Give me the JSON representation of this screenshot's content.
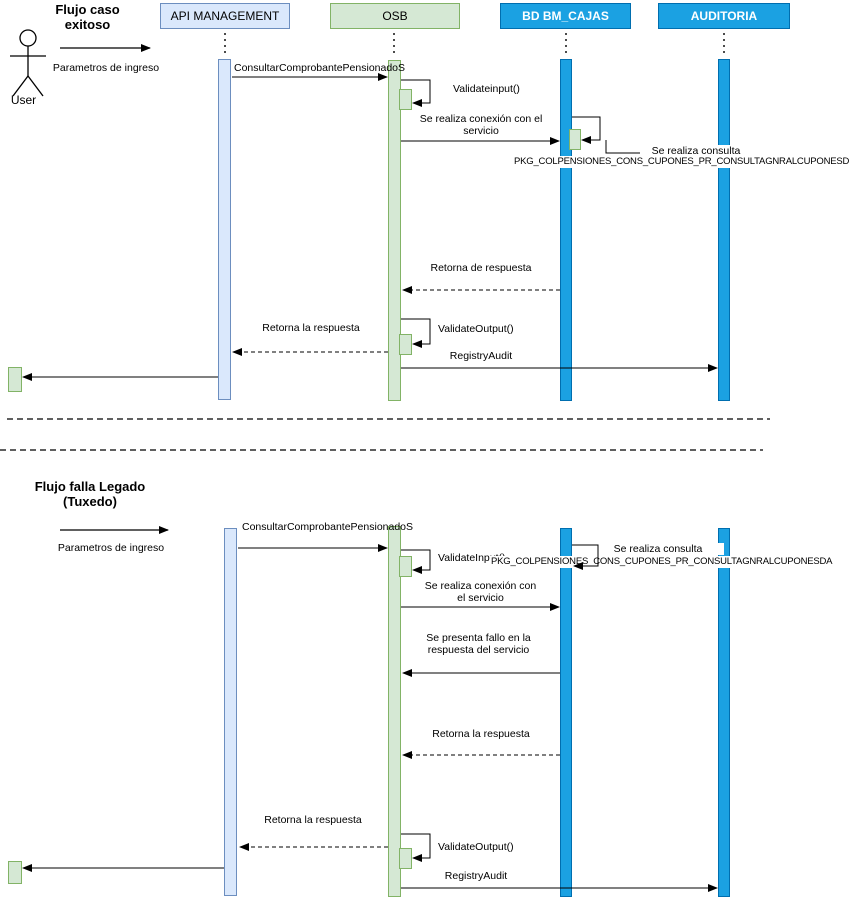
{
  "colors": {
    "api_fill": "#dae8fc",
    "api_border": "#6c8ebf",
    "green_fill": "#d5e8d4",
    "green_border": "#82b366",
    "blue_fill": "#1ba1e2",
    "blue_border": "#006eaf"
  },
  "actors": [
    {
      "label": "API MANAGEMENT"
    },
    {
      "label": "OSB"
    },
    {
      "label": "BD BM_CAJAS"
    },
    {
      "label": "AUDITORIA"
    }
  ],
  "flow1": {
    "title_line1": "Flujo caso",
    "title_line2": "exitoso",
    "params_label": "Parametros de ingreso",
    "user_label": "User",
    "msg_consultar": "ConsultarComprobantePensionadoS",
    "msg_validate_input": "Validateinput()",
    "msg_conexion_line1": "Se realiza conexión con el",
    "msg_conexion_line2": "servicio",
    "msg_consulta_line1": "Se realiza consulta",
    "msg_consulta_line2": "PKG_COLPENSIONES_CONS_CUPONES_PR_CONSULTAGNRALCUPONESDA.",
    "msg_retorna_de": "Retorna de respuesta",
    "msg_retorna_la": "Retorna la respuesta",
    "msg_validate_output": "ValidateOutput()",
    "msg_registry_audit": "RegistryAudit"
  },
  "flow2": {
    "title_line1": "Flujo falla Legado",
    "title_line2": "(Tuxedo)",
    "params_label": "Parametros de ingreso",
    "msg_consultar": "ConsultarComprobantePensionadoS",
    "msg_validate_input": "ValidateInput()",
    "msg_consulta_line1": "Se realiza consulta",
    "msg_consulta_line2": "PKG_COLPENSIONES_CONS_CUPONES_PR_CONSULTAGNRALCUPONESDA",
    "msg_conexion_line1": "Se realiza conexión con",
    "msg_conexion_line2": "el servicio",
    "msg_fallo_line1": "Se presenta fallo en la",
    "msg_fallo_line2": "respuesta del servicio",
    "msg_retorna_1": "Retorna la respuesta",
    "msg_retorna_2": "Retorna la respuesta",
    "msg_validate_output": "ValidateOutput()",
    "msg_registry_audit": "RegistryAudit"
  }
}
